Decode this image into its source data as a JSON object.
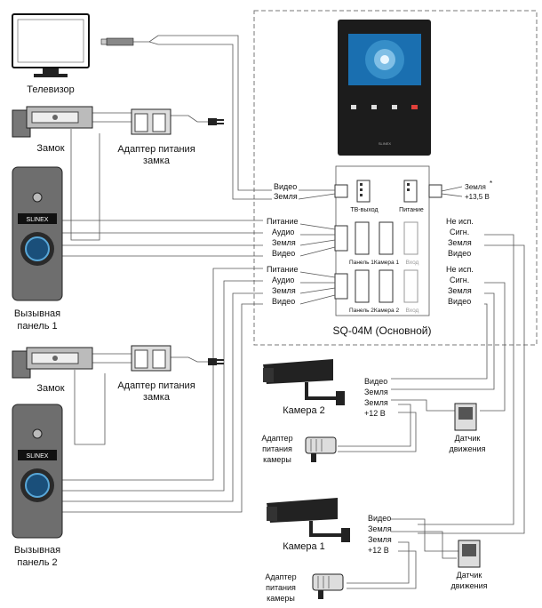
{
  "devices": {
    "tv": "Телевизор",
    "lock": "Замок",
    "lock_adapter": [
      "Адаптер питания",
      "замка"
    ],
    "panel1": [
      "Вызывная",
      "панель 1"
    ],
    "panel2": [
      "Вызывная",
      "панель 2"
    ],
    "camera2": "Камера 2",
    "camera1": "Камера 1",
    "camera_adapter": [
      "Адаптер",
      "питания",
      "камеры"
    ],
    "motion": [
      "Датчик",
      "движения"
    ],
    "monitor_title": "SQ-04M (Основной)",
    "panel_brand": "SLINEX",
    "monitor_brand": "SLINEX"
  },
  "connectors": {
    "tv_out": "ТВ-выход",
    "power": "Питание",
    "panel1": "Панель 1",
    "camera1": "Камера 1",
    "input": "Вход",
    "panel2": "Панель 2",
    "camera2": "Камера 2"
  },
  "terminals": {
    "video": "Видео",
    "ground": "Земля",
    "power": "Питание",
    "audio": "Аудио",
    "not_used": "Не исп.",
    "signal": "Сигн.",
    "plus12": "+12 В",
    "ground_psu": "Земля",
    "psu_plus": "+13,5 В",
    "asterisk": "*"
  },
  "colors": {
    "panel_body": "#6e6e6e",
    "monitor_body": "#1c1c1c",
    "screen": "#1a6fb0",
    "camera_body": "#222222",
    "wire": "#555555"
  }
}
